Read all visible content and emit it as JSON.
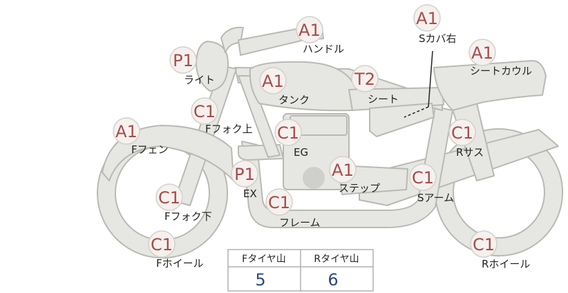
{
  "colors": {
    "body_fill": "#e6e6e2",
    "body_stroke": "#b9b9b4",
    "badge_fill": "#f4f1ee",
    "badge_stroke": "#d6cfcb",
    "code_text": "#a94a4a",
    "value_text": "#2d4a7c"
  },
  "parts": [
    {
      "id": "handle",
      "code": "A1",
      "label": "ハンドル"
    },
    {
      "id": "s-cover-right",
      "code": "A1",
      "label": "Sカバ右"
    },
    {
      "id": "light",
      "code": "P1",
      "label": "ライト"
    },
    {
      "id": "seat-cowl",
      "code": "A1",
      "label": "シートカウル"
    },
    {
      "id": "tank",
      "code": "A1",
      "label": "タンク"
    },
    {
      "id": "seat",
      "code": "T2",
      "label": "シート"
    },
    {
      "id": "f-fork-upper",
      "code": "C1",
      "label": "Fフォク上"
    },
    {
      "id": "f-fender",
      "code": "A1",
      "label": "Fフェン"
    },
    {
      "id": "eg",
      "code": "C1",
      "label": "EG"
    },
    {
      "id": "r-suspension",
      "code": "C1",
      "label": "Rサス"
    },
    {
      "id": "ex",
      "code": "P1",
      "label": "EX"
    },
    {
      "id": "step",
      "code": "A1",
      "label": "ステップ"
    },
    {
      "id": "s-arm",
      "code": "C1",
      "label": "Sアーム"
    },
    {
      "id": "f-fork-lower",
      "code": "C1",
      "label": "Fフォク下"
    },
    {
      "id": "frame",
      "code": "C1",
      "label": "フレーム"
    },
    {
      "id": "f-wheel",
      "code": "C1",
      "label": "Fホイール"
    },
    {
      "id": "r-wheel",
      "code": "C1",
      "label": "Rホイール"
    }
  ],
  "tread_table": {
    "headers": [
      "Fタイヤ山",
      "Rタイヤ山"
    ],
    "values": [
      "5",
      "6"
    ]
  }
}
